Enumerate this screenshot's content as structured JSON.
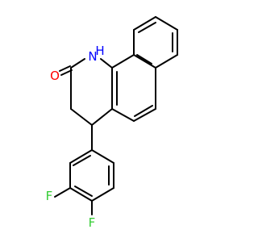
{
  "molecule": {
    "atoms": {
      "oxygen": {
        "label": "O",
        "color": "#ff0000"
      },
      "nitrogen": {
        "label": "N",
        "color": "#0000ff"
      },
      "hydrogen": {
        "label": "H",
        "color": "#0000ff"
      },
      "fluorine_top": {
        "label": "F",
        "color": "#33cc33"
      },
      "fluorine_bottom": {
        "label": "F",
        "color": "#33cc33"
      }
    },
    "bond_color": "#000000"
  }
}
